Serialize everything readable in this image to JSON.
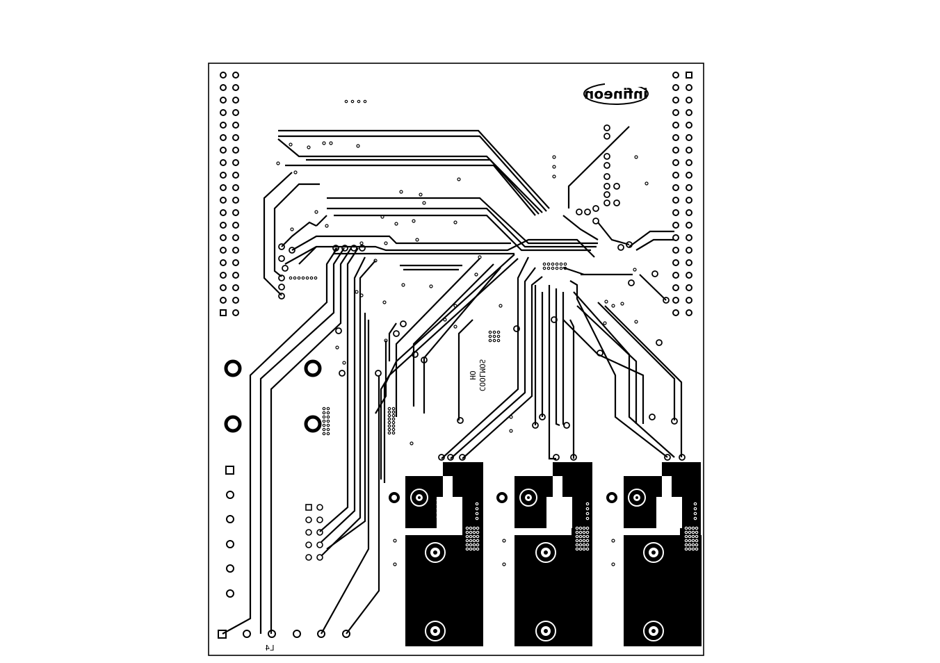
{
  "board": {
    "logo_text": "infineon",
    "label_mirrored_1": "COOLMOS",
    "label_mirrored_2": "HO",
    "connector_label": "L4",
    "colors": {
      "background": "#ffffff",
      "copper": "#000000",
      "outline": "#000000"
    }
  }
}
